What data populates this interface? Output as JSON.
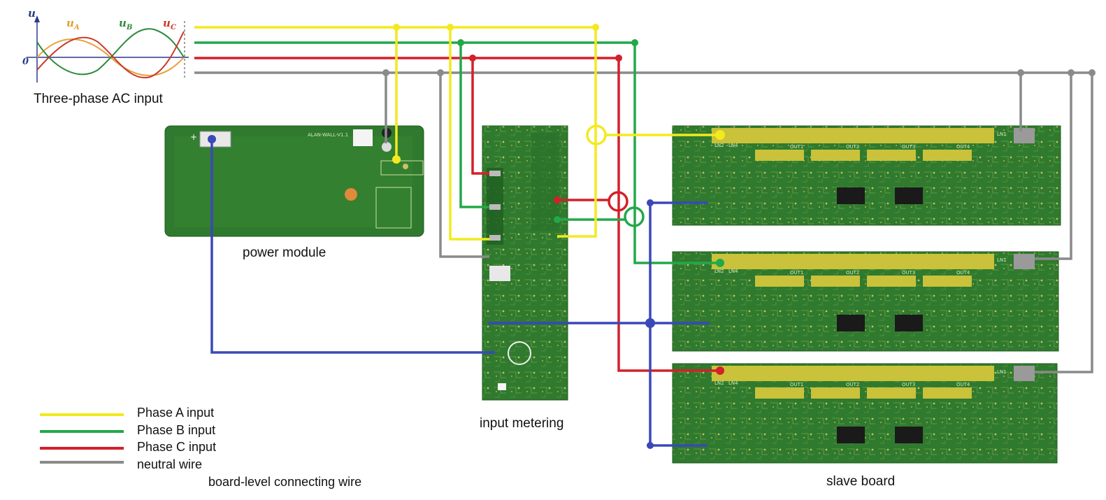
{
  "waveform": {
    "u_label": "u",
    "zero_label": "0",
    "phase_a_label": "u",
    "phase_a_sub": "A",
    "phase_b_label": "u",
    "phase_b_sub": "B",
    "phase_c_label": "u",
    "phase_c_sub": "C"
  },
  "labels": {
    "ac_input": "Three-phase AC input",
    "power_module": "power module",
    "input_metering": "input metering",
    "slave_board": "slave board"
  },
  "slave_board_silkscreen": {
    "out1": "OUT1",
    "out2": "OUT2",
    "out3": "OUT3",
    "out4": "OUT4",
    "ln1": "LN1",
    "ln2": "LN2",
    "ln4": "LN4"
  },
  "legend": [
    {
      "label": "Phase A input",
      "color": "#f2ea1e"
    },
    {
      "label": "Phase B input",
      "color": "#22a84a"
    },
    {
      "label": "Phase C input",
      "color": "#d4202a"
    },
    {
      "label": "neutral wire",
      "color": "#8a8a8a"
    },
    {
      "label": "board-level connecting wire",
      "color": "#3a48b8"
    }
  ],
  "colors": {
    "phase_a": "#f2ea1e",
    "phase_b": "#22a84a",
    "phase_c": "#d4202a",
    "neutral": "#8a8a8a",
    "board_wire": "#3a48b8",
    "pcb": "#2f7a2e"
  }
}
